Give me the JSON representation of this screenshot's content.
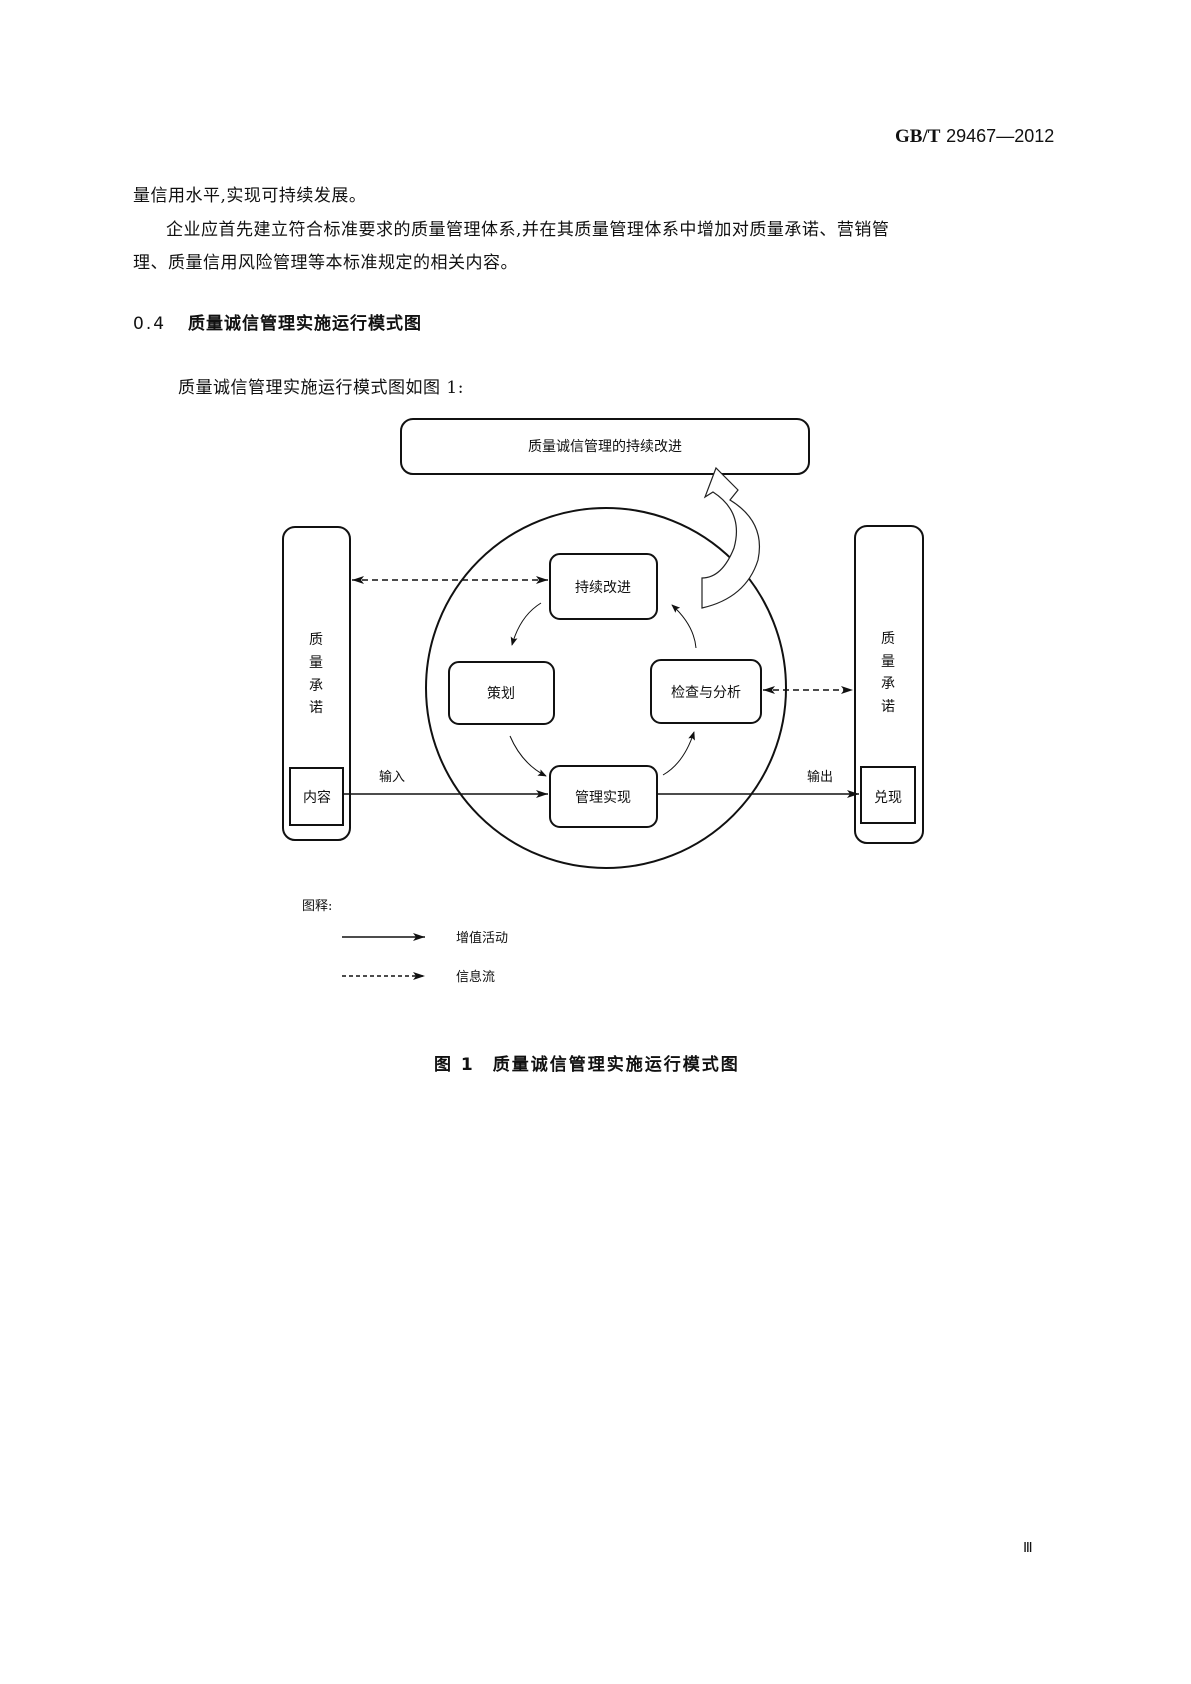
{
  "header": {
    "standard_prefix": "GB/T",
    "standard_number": "29467—2012"
  },
  "body": {
    "line1": "量信用水平,实现可持续发展。",
    "para2_line1": "企业应首先建立符合标准要求的质量管理体系,并在其质量管理体系中增加对质量承诺、营销管",
    "para2_line2": "理、质量信用风险管理等本标准规定的相关内容。"
  },
  "section": {
    "number": "0.4",
    "title": "质量诚信管理实施运行模式图",
    "intro": "质量诚信管理实施运行模式图如图 1:"
  },
  "diagram": {
    "top_box": "质量诚信管理的持续改进",
    "left_column": {
      "label_chars": [
        "质",
        "量",
        "承",
        "诺"
      ],
      "inner_box": "内容"
    },
    "right_column": {
      "label_chars": [
        "质",
        "量",
        "承",
        "诺"
      ],
      "inner_box": "兑现"
    },
    "cycle": {
      "top": "持续改进",
      "left": "策划",
      "right": "检查与分析",
      "bottom": "管理实现"
    },
    "input_label": "输入",
    "output_label": "输出",
    "legend": {
      "title": "图释:",
      "items": [
        {
          "style": "solid",
          "label": "增值活动"
        },
        {
          "style": "dashed",
          "label": "信息流"
        }
      ]
    }
  },
  "figure": {
    "number": "图 1",
    "caption": "质量诚信管理实施运行模式图"
  },
  "footer": {
    "page_number": "Ⅲ"
  }
}
